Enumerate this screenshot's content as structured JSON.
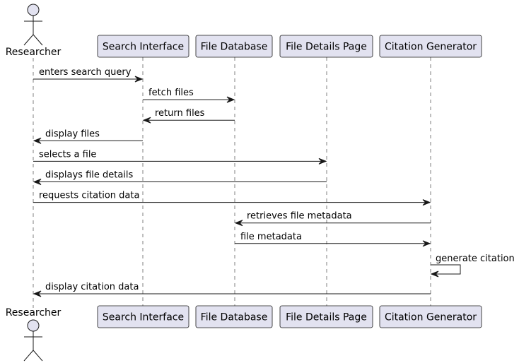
{
  "participants": [
    {
      "id": "researcher",
      "label": "Researcher",
      "kind": "actor"
    },
    {
      "id": "search",
      "label": "Search Interface",
      "kind": "box"
    },
    {
      "id": "db",
      "label": "File Database",
      "kind": "box"
    },
    {
      "id": "details",
      "label": "File Details Page",
      "kind": "box"
    },
    {
      "id": "citation",
      "label": "Citation Generator",
      "kind": "box"
    }
  ],
  "messages": [
    {
      "from": "researcher",
      "to": "search",
      "label": "enters search query"
    },
    {
      "from": "search",
      "to": "db",
      "label": "fetch files"
    },
    {
      "from": "db",
      "to": "search",
      "label": "return files"
    },
    {
      "from": "search",
      "to": "researcher",
      "label": "display files"
    },
    {
      "from": "researcher",
      "to": "details",
      "label": "selects a file"
    },
    {
      "from": "details",
      "to": "researcher",
      "label": "displays file details"
    },
    {
      "from": "researcher",
      "to": "citation",
      "label": "requests citation data"
    },
    {
      "from": "citation",
      "to": "db",
      "label": "retrieves file metadata"
    },
    {
      "from": "db",
      "to": "citation",
      "label": "file metadata"
    },
    {
      "from": "citation",
      "to": "citation",
      "label": "generate citation"
    },
    {
      "from": "citation",
      "to": "researcher",
      "label": "display citation data"
    }
  ],
  "colors": {
    "participant_fill": "#e2e2f0",
    "border": "#181818",
    "lifeline": "#7f7f7f"
  }
}
